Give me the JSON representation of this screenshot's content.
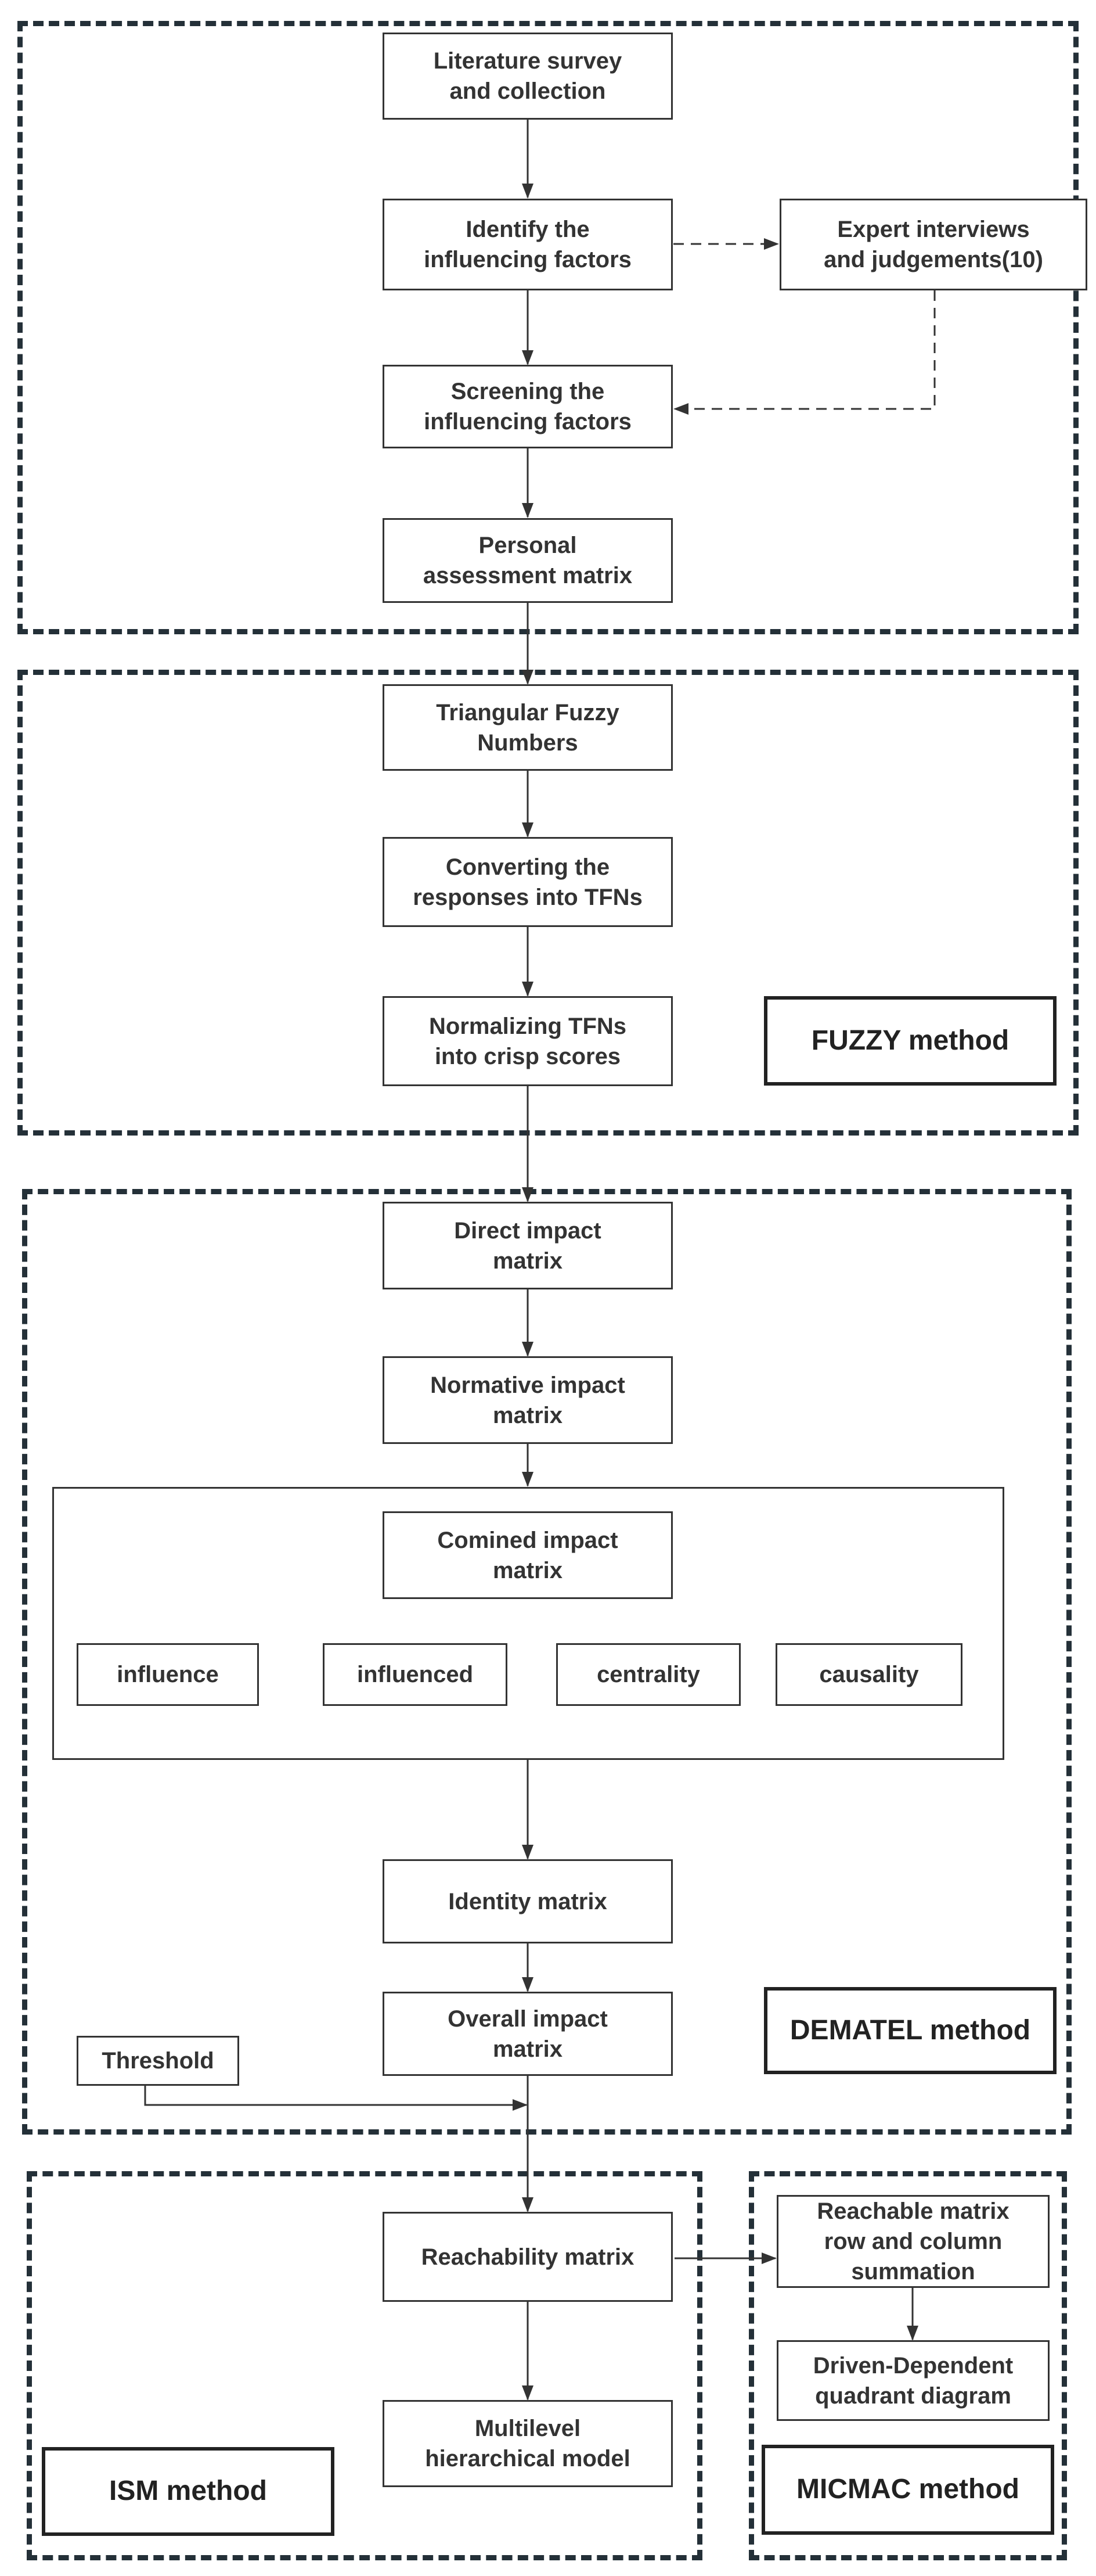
{
  "sections": {
    "fuzzy_label": "FUZZY method",
    "dematel_label": "DEMATEL method",
    "ism_label": "ISM method",
    "micmac_label": "MICMAC method"
  },
  "steps": {
    "literature": "Literature survey\nand collection",
    "identify": "Identify the\ninfluencing factors",
    "expert": "Expert interviews\nand judgements(10)",
    "screening": "Screening the\ninfluencing factors",
    "personal": "Personal\nassessment matrix",
    "tfn": "Triangular Fuzzy\nNumbers",
    "converting": "Converting the\nresponses into TFNs",
    "normalizing": "Normalizing TFNs\ninto crisp scores",
    "direct": "Direct impact\nmatrix",
    "normative": "Normative impact\nmatrix",
    "combined": "Comined impact\nmatrix",
    "influence": "influence",
    "influenced": "influenced",
    "centrality": "centrality",
    "causality": "causality",
    "identity": "Identity matrix",
    "overall": "Overall impact\nmatrix",
    "threshold": "Threshold",
    "reachability": "Reachability matrix",
    "multilevel": "Multilevel\nhierarchical model",
    "reachable_sum": "Reachable matrix\nrow and column\nsummation",
    "driven": "Driven-Dependent\nquadrant diagram"
  }
}
